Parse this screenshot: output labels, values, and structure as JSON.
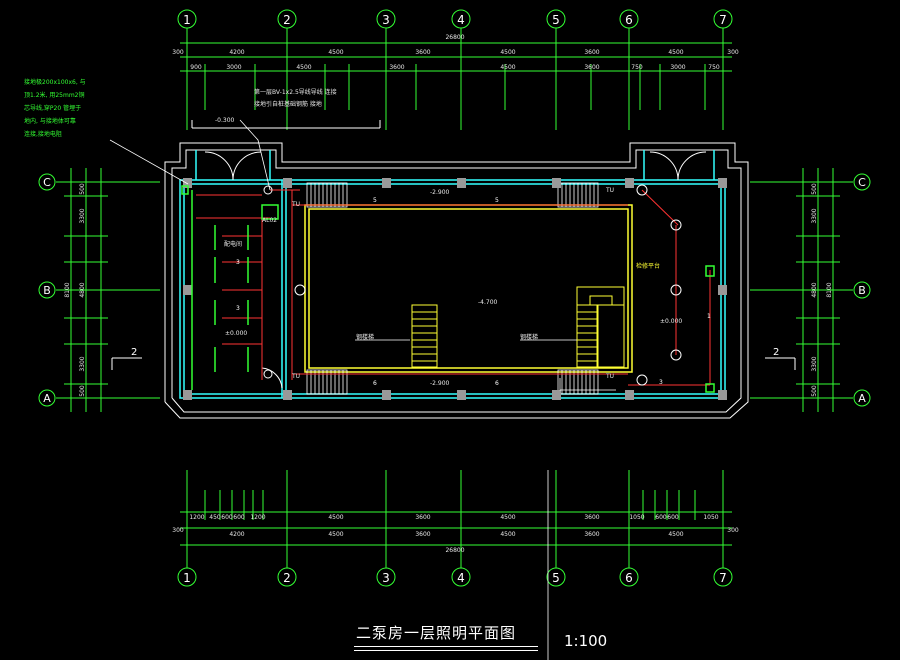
{
  "drawing": {
    "title": "二泵房一层照明平面图",
    "scale": "1:100"
  },
  "axes": {
    "columns": [
      "1",
      "2",
      "3",
      "4",
      "5",
      "6",
      "7"
    ],
    "rows": [
      "C",
      "B",
      "A"
    ]
  },
  "dims_top": {
    "overall": "26800",
    "row1": [
      "4200",
      "4500",
      "3600",
      "4500",
      "3600",
      "4500"
    ],
    "row2": [
      "900",
      "3000",
      "4500",
      "3600",
      "4500",
      "3600",
      "750",
      "3000",
      "750"
    ],
    "end_small": "300"
  },
  "dims_bottom": {
    "overall": "26800",
    "row1": [
      "4200",
      "4500",
      "3600",
      "4500",
      "3600",
      "4500"
    ],
    "row2": [
      "1200",
      "450",
      "600",
      "600",
      "1200",
      "4500",
      "3600",
      "4500",
      "3600",
      "1050",
      "600",
      "600",
      "1050"
    ],
    "end_small": "300"
  },
  "dims_side": {
    "overall": "8100",
    "left": [
      "500",
      "3300",
      "4800",
      "3300",
      "500"
    ],
    "right": [
      "500",
      "3300",
      "4800",
      "3300",
      "500"
    ]
  },
  "labels": {
    "note_left": [
      "接地极200x100x6, 与",
      "顶1.2米, 用25mm2铜",
      "芯导线,穿P20 管埋于",
      "地内, 与接地体可靠",
      "连接,接地电阻"
    ],
    "note_top": [
      "第一层BV-1x2.5导线导线 连接",
      "接地引自桩基础钢筋 接地"
    ],
    "elev_top_left": "-0.300",
    "elev_top_mid": "-2.900",
    "elev_center": "-4.700",
    "elev_bottom_mid": "-2.900",
    "elev_left_room": "±0.000",
    "elev_right": "±0.000",
    "room_left": "配电间",
    "room_stair_left": "钢楼梯",
    "room_stair_right": "钢楼梯",
    "room_right": "检修平台",
    "panel": "AL02",
    "n5": "5",
    "n3": "3",
    "n6": "6",
    "n2": "2",
    "n1": "1",
    "tu": "TU"
  },
  "colors": {
    "axis": "#33ff33",
    "wall": "#ffffff",
    "wire": "#ff3333",
    "cyan": "#33ffff",
    "yellow": "#ffff33",
    "grey": "#999999"
  }
}
